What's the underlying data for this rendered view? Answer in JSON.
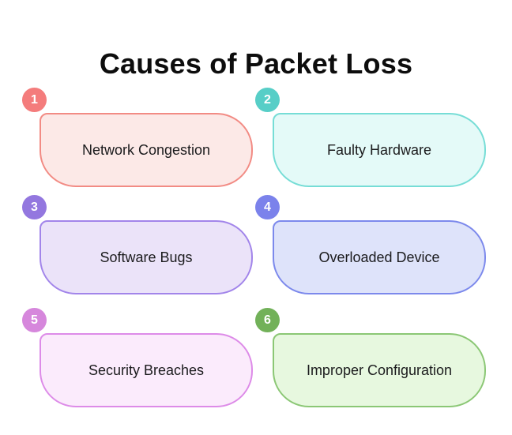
{
  "title": "Causes of Packet Loss",
  "colors": {
    "background": "#ffffff",
    "title_text": "#0d0d0d",
    "card_text": "#1b1b1d",
    "badge_text": "#ffffff"
  },
  "cards": [
    {
      "number": "1",
      "label": "Network Congestion",
      "fill": "#fce9e7",
      "border": "#f28b84",
      "badge": "#f47c7c"
    },
    {
      "number": "2",
      "label": "Faulty Hardware",
      "fill": "#e4faf8",
      "border": "#76ddd6",
      "badge": "#57cec7"
    },
    {
      "number": "3",
      "label": "Software Bugs",
      "fill": "#ebe3f9",
      "border": "#a285ea",
      "badge": "#9377df"
    },
    {
      "number": "4",
      "label": "Overloaded Device",
      "fill": "#dee3fa",
      "border": "#7c89ec",
      "badge": "#7b82eb"
    },
    {
      "number": "5",
      "label": "Security Breaches",
      "fill": "#fbebfc",
      "border": "#dd8be8",
      "badge": "#d687dc"
    },
    {
      "number": "6",
      "label": "Improper Configuration",
      "fill": "#e7f8df",
      "border": "#8bc775",
      "badge": "#72b159"
    }
  ]
}
